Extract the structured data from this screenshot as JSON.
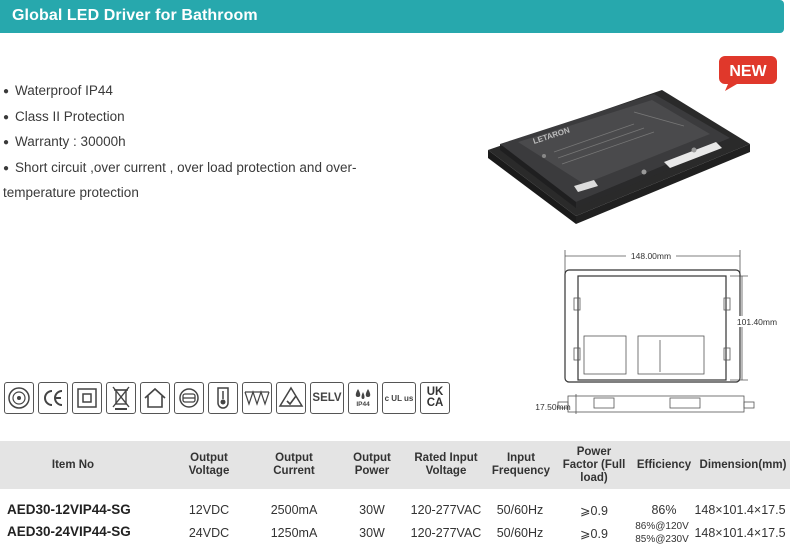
{
  "header": {
    "title": "Global LED Driver for Bathroom"
  },
  "features": [
    "Waterproof IP44",
    "Class II Protection",
    "Warranty : 30000h",
    "Short circuit ,over current , over load protection and over-temperature protection"
  ],
  "badge": {
    "text": "NEW",
    "color": "#e0382b"
  },
  "product": {
    "brand": "LETARON"
  },
  "drawing": {
    "width": "148.00mm",
    "height": "101.40mm",
    "depth": "17.50mm"
  },
  "certifications": [
    "sgs-logo-icon",
    "ce-mark-icon",
    "class-ii-icon",
    "weee-bin-icon",
    "indoor-house-icon",
    "independent-ballast-icon",
    "thermal-cutout-icon",
    "mm-mark-icon",
    "rcm-mark-icon"
  ],
  "cert_text": {
    "selv": "SELV",
    "ip44": "IP44",
    "ul": "c UL us",
    "ukca_top": "UK",
    "ukca_bottom": "CA"
  },
  "table": {
    "headers": [
      "Item No",
      "Output Voltage",
      "Output Current",
      "Output Power",
      "Rated Input Voltage",
      "Input Frequency",
      "Power Factor (Full load)",
      "Efficiency",
      "Dimension(mm)"
    ],
    "rows": [
      {
        "item": "AED30-12VIP44-SG",
        "voltage": "12VDC",
        "current": "2500mA",
        "power": "30W",
        "input_voltage": "120-277VAC",
        "frequency": "50/60Hz",
        "pf": "⩾0.9",
        "efficiency": "86%",
        "dimension": "148×101.4×17.5"
      },
      {
        "item": "AED30-24VIP44-SG",
        "voltage": "24VDC",
        "current": "1250mA",
        "power": "30W",
        "input_voltage": "120-277VAC",
        "frequency": "50/60Hz",
        "pf": "⩾0.9",
        "efficiency_a": "86%@120V",
        "efficiency_b": "85%@230V",
        "dimension": "148×101.4×17.5"
      }
    ]
  }
}
